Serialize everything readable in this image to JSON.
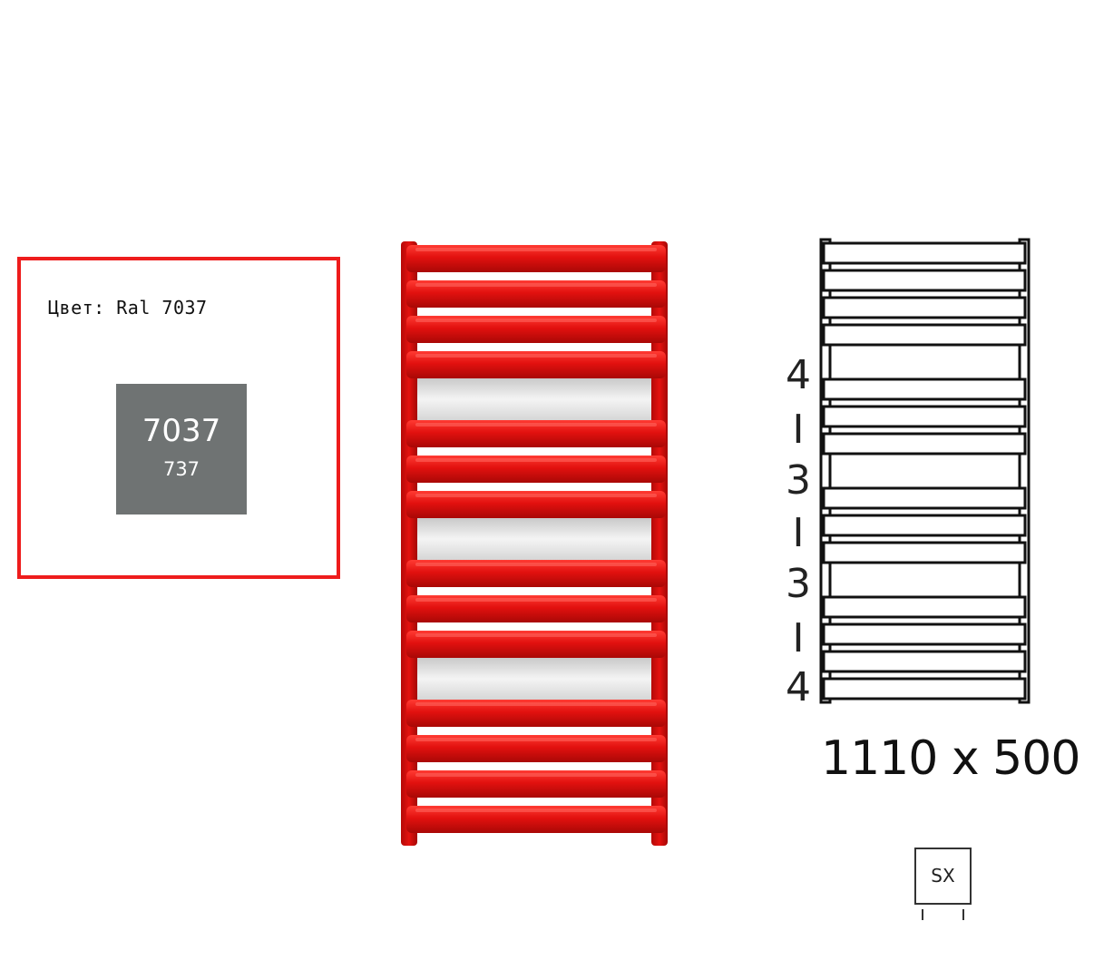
{
  "color_panel": {
    "label": "Цвет: Ral 7037",
    "swatch": {
      "code": "7037",
      "sub_code": "737",
      "fill": "#6f7373"
    },
    "border_color": "#ee1c1c"
  },
  "product": {
    "color": "#d8100f"
  },
  "scheme": {
    "spacing_labels": [
      "4",
      "I",
      "3",
      "I",
      "3",
      "I",
      "4"
    ],
    "dimensions": "1110 x 500"
  },
  "connection": {
    "side": "SX"
  }
}
